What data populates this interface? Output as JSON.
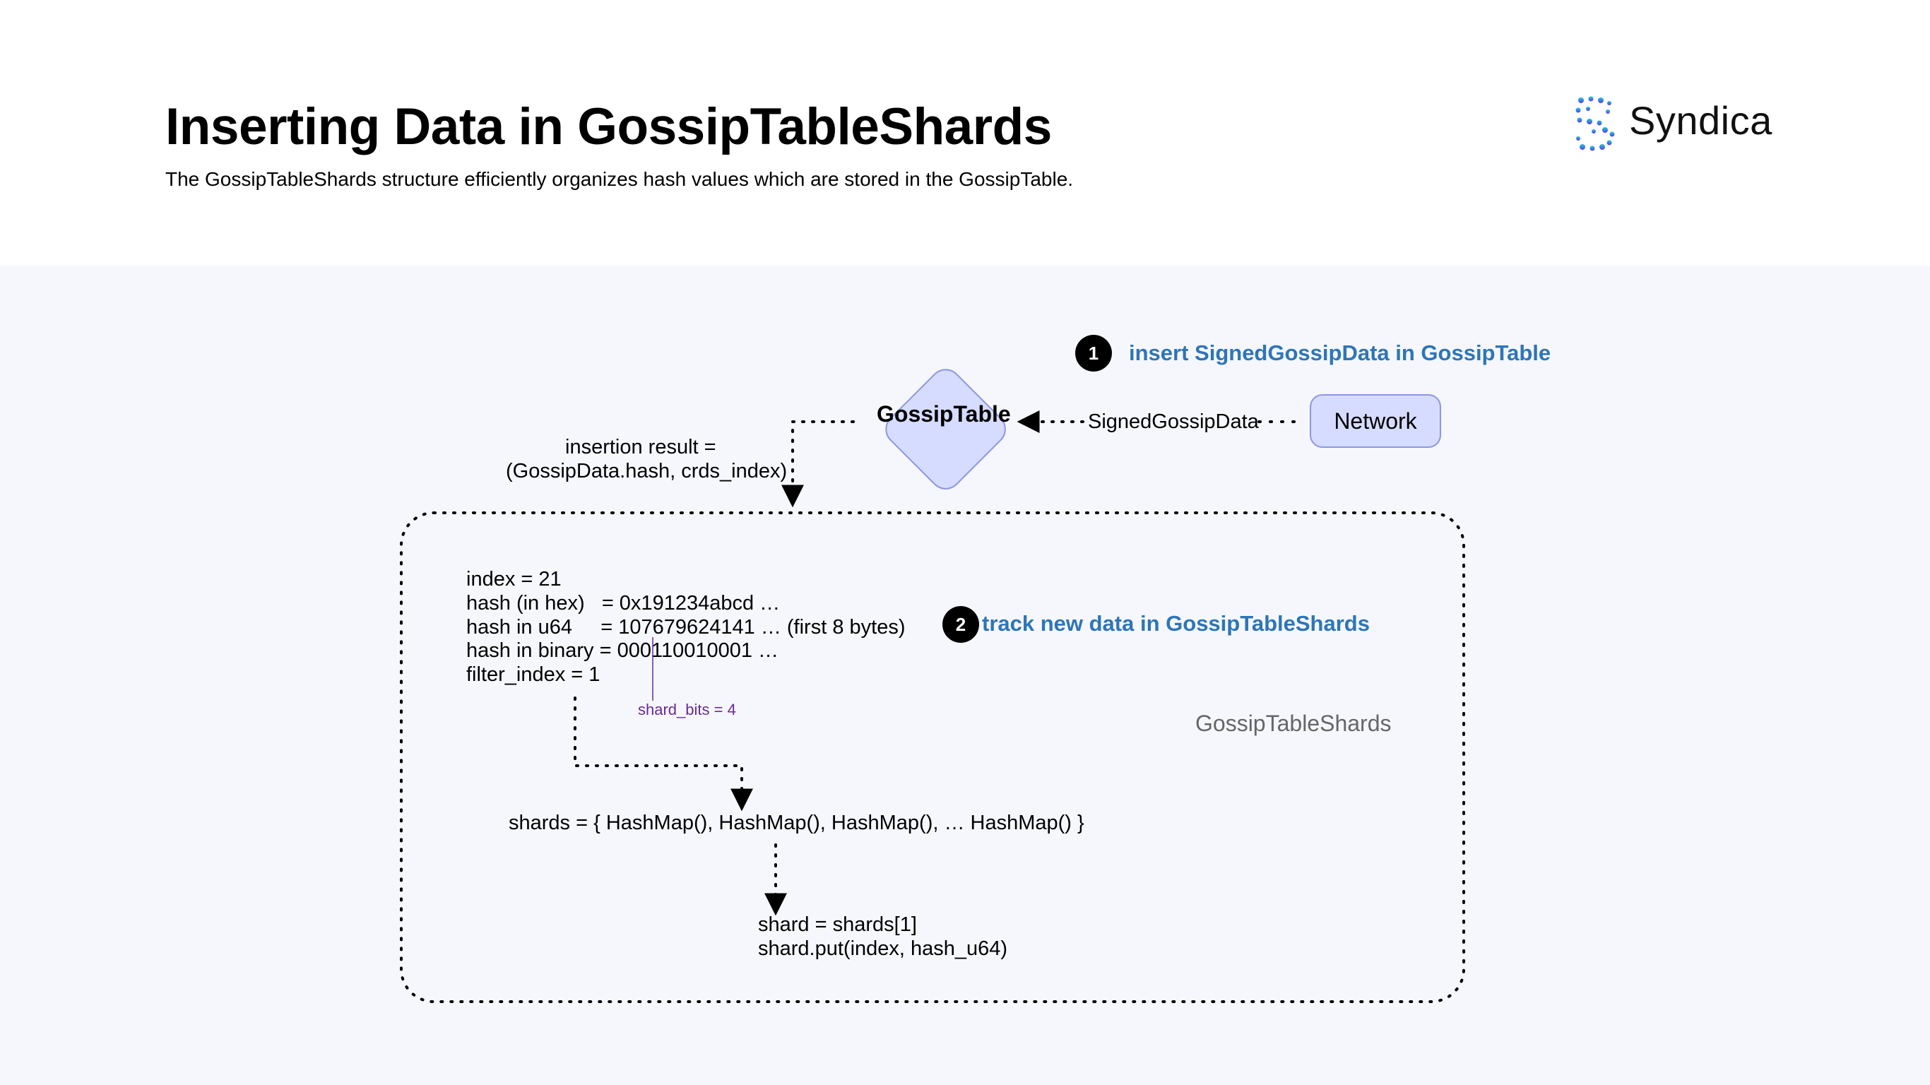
{
  "header": {
    "title": "Inserting Data in GossipTableShards",
    "subtitle": "The GossipTableShards structure efficiently organizes hash values which are stored in the GossipTable.",
    "brand": "Syndica"
  },
  "steps": [
    {
      "number": "1",
      "label": "insert SignedGossipData in GossipTable"
    },
    {
      "number": "2",
      "label": "track new data in GossipTableShards"
    }
  ],
  "nodes": {
    "gossip_table": "GossipTable",
    "network": "Network",
    "shards_container": "GossipTableShards"
  },
  "edges": {
    "signed_gossip_data": "SignedGossipData",
    "insertion_result_line1": "insertion result =",
    "insertion_result_line2": "(GossipData.hash, crds_index)"
  },
  "details": {
    "lines": [
      "index = 21",
      "hash (in hex)   = 0x191234abcd …",
      "hash in u64     = 107679624141 … (first 8 bytes)",
      "hash in binary = 000110010001 …",
      "filter_index = 1"
    ],
    "shard_bits": "shard_bits = 4",
    "shards": "shards = { HashMap(), HashMap(), HashMap(), … HashMap() }",
    "shard_line1": "shard = shards[1]",
    "shard_line2": "shard.put(index, hash_u64)"
  },
  "colors": {
    "step_text": "#2e75b6",
    "node_fill": "#d6dcff",
    "node_stroke": "#8e96e0",
    "canvas_bg": "#f5f7fc",
    "shard_bits": "#6a2a98"
  }
}
